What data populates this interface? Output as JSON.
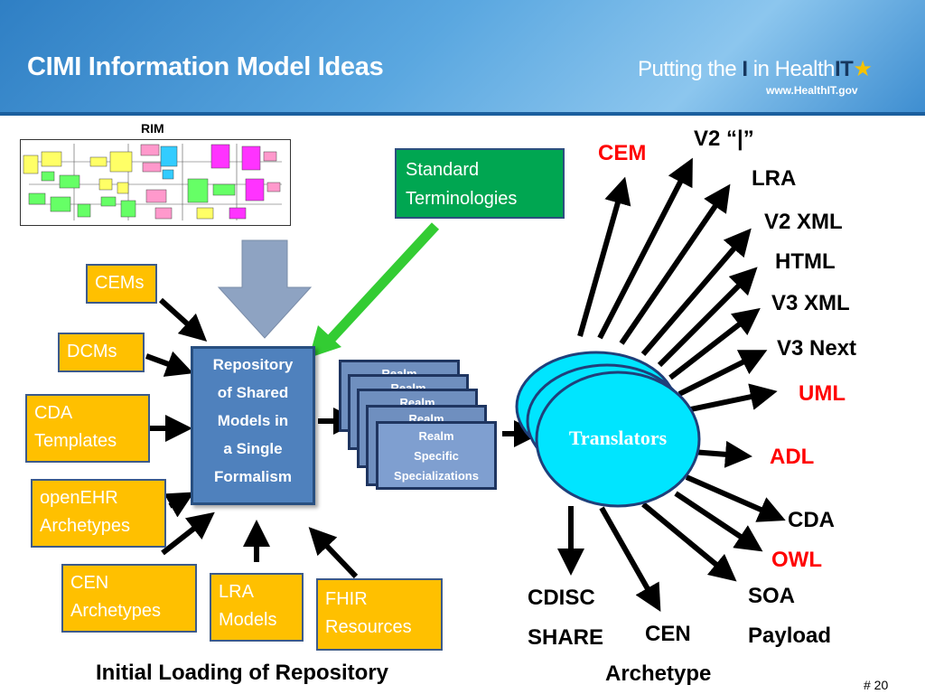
{
  "header": {
    "title": "CIMI Information Model Ideas",
    "logo_text_prefix": "Putting the",
    "logo_text_i": "I",
    "logo_text_in": "in",
    "logo_text_health": "Health",
    "logo_text_it": "IT",
    "logo_url": "www.HealthIT.gov"
  },
  "rim": {
    "label": "RIM"
  },
  "inputs": {
    "standard_terminologies_line1": "Standard",
    "standard_terminologies_line2": "Terminologies",
    "cems": "CEMs",
    "dcms": "DCMs",
    "cda_line1": "CDA",
    "cda_line2": "Templates",
    "openehr_line1": "openEHR",
    "openehr_line2": "Archetypes",
    "cen_line1": "CEN",
    "cen_line2": "Archetypes",
    "lra_line1": "LRA",
    "lra_line2": "Models",
    "fhir_line1": "FHIR",
    "fhir_line2": "Resources"
  },
  "repository": {
    "line1": "Repository",
    "line2": "of Shared",
    "line3": "Models in",
    "line4": "a Single",
    "line5": "Formalism"
  },
  "realm": {
    "stack_label": "Realm",
    "line1": "Realm",
    "line2": "Specific",
    "line3": "Specializations"
  },
  "translators": {
    "label": "Translators"
  },
  "outputs": {
    "cem": "CEM",
    "v2_i": "V2 “|”",
    "lra": "LRA",
    "v2_xml": "V2 XML",
    "html": "HTML",
    "v3_xml": "V3 XML",
    "v3_next": "V3 Next",
    "uml": "UML",
    "adl": "ADL",
    "cda": "CDA",
    "owl": "OWL",
    "soa_line1": "SOA",
    "soa_line2": "Payload",
    "cen_line1": "CEN",
    "cen_line2": "Archetype",
    "cdisc_line1": "CDISC",
    "cdisc_line2": "SHARE"
  },
  "footer": {
    "caption": "Initial Loading of Repository",
    "slide_number": "# 20"
  },
  "colors": {
    "input_box": "#ffc000",
    "green_box": "#00a651",
    "repository": "#4f81bd",
    "translators": "#00e5ff",
    "red_output": "#ff0000",
    "green_arrow": "#33cc33",
    "gray_arrow": "#8ea3c2"
  }
}
